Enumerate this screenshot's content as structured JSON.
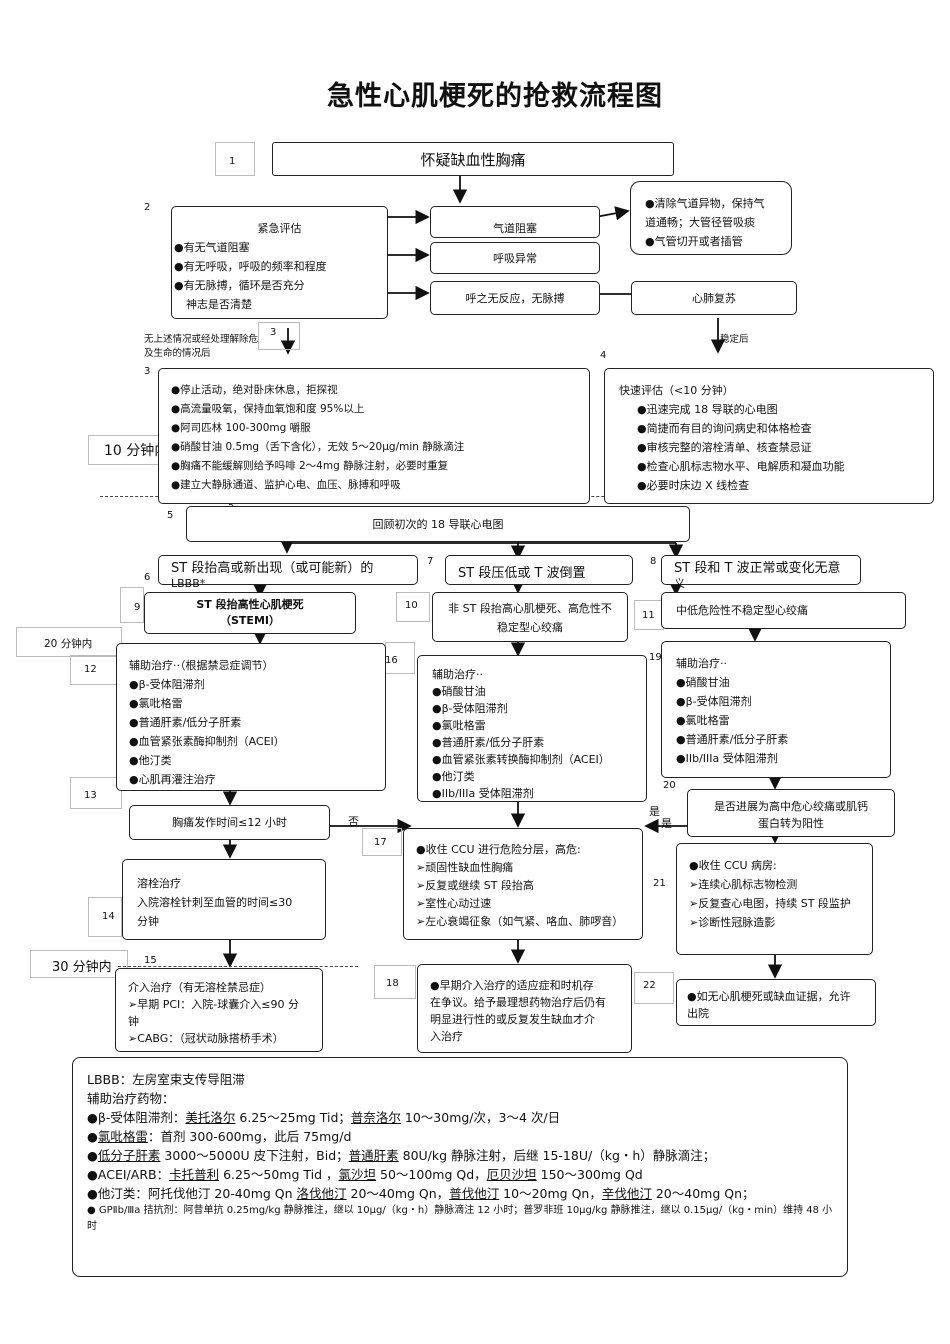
{
  "title": "急性心肌梗死的抢救流程图",
  "nums": {
    "n1": "1",
    "n2": "2",
    "n3": "3",
    "n3b": "3",
    "n4": "4",
    "n5": "5",
    "n5b": "5",
    "n6": "6",
    "n7": "7",
    "n8": "8",
    "n8b": "8",
    "n9": "9",
    "n10": "10",
    "n11": "11",
    "n12": "12",
    "n13": "13",
    "n14": "14",
    "n15": "15",
    "n16": "16",
    "n17": "17",
    "n18": "18",
    "n19": "19",
    "n20": "20",
    "n21": "21",
    "n22": "22"
  },
  "nodes": {
    "suspect": "怀疑缺血性胸痛",
    "emergency_title": "紧急评估",
    "emergency_items": [
      "●有无气道阻塞",
      "●有无呼吸，呼吸的频率和程度",
      "●有无脉搏，循环是否充分",
      "神志是否清楚"
    ],
    "airway": "气道阻塞",
    "airway_tx": [
      "●清除气道异物，保持气",
      "道通畅；大管径管吸痰",
      "●气管切开或者插管"
    ],
    "breathing": "呼吸异常",
    "no_response": "呼之无反应，无脉搏",
    "cpr": "心肺复苏",
    "no_above": [
      "无上述情况或经处理解除危",
      "及生命的情况后"
    ],
    "stable": "稳定后",
    "ten_min": "10 分钟内",
    "general_tx": [
      "●停止活动，绝对卧床休息，拒探视",
      "●高流量吸氧，保持血氧饱和度 95%以上",
      "●阿司匹林 100-300mg 嚼服",
      "●硝酸甘油 0.5mg（舌下含化），无效 5～20μg/min 静脉滴注",
      "●胸痛不能缓解则给予吗啡 2～4mg 静脉注射，必要时重复",
      "●建立大静脉通道、监护心电、血压、脉搏和呼吸"
    ],
    "quick_eval": [
      "快速评估（<10 分钟）",
      "●迅速完成 18 导联的心电图",
      "●简捷而有目的询问病史和体格检查",
      "●审核完整的溶栓清单、核查禁忌证",
      "●检查心肌标志物水平、电解质和凝血功能",
      "●必要时床边 X 线检查"
    ],
    "ecg_review": "回顾初次的 18 导联心电图",
    "st_elev": [
      "ST  段抬高或新出现（或可能新）的",
      "LBBB*"
    ],
    "st_dep": "ST 段压低或 T 波倒置",
    "st_normal": [
      "ST 段和 T 波正常或变化无意",
      "义"
    ],
    "stemi": [
      "ST 段抬高性心肌梗死",
      "（STEMI）"
    ],
    "nstemi": [
      "非 ST 段抬高心肌梗死、高危性不",
      "稳定型心绞痛"
    ],
    "low_risk": "中低危险性不稳定型心绞痛",
    "twenty_min": "20 分钟内",
    "adj_stemi": [
      "辅助治疗··（根据禁忌症调节）",
      "●β-受体阻滞剂",
      "●氯吡格雷",
      "●普通肝素/低分子肝素",
      "●血管紧张素酶抑制剂（ACEI）",
      "●他汀类",
      "●心肌再灌注治疗"
    ],
    "adj_nstemi": [
      "辅助治疗··",
      "●硝酸甘油",
      "●β-受体阻滞剂",
      "●氯吡格雷",
      "●普通肝素/低分子肝素",
      "●血管紧张素转换酶抑制剂（ACEI）",
      "●他汀类",
      "●IIb/IIIa 受体阻滞剂"
    ],
    "adj_low": [
      "辅助治疗··",
      "●硝酸甘油",
      "●β-受体阻滞剂",
      "●氯吡格雷",
      "●普通肝素/低分子肝素",
      "●IIb/IIIa 受体阻滞剂"
    ],
    "pain_time": "胸痛发作时间≤12 小时",
    "no": "否",
    "yes1": "是",
    "yes2": "是",
    "progress": [
      "是否进展为高中危心绞痛或肌钙",
      "蛋白转为阳性"
    ],
    "ccu_high": [
      "●收住 CCU 进行危险分层，高危:",
      "➢顽固性缺血性胸痛",
      "➢反复或继续 ST 段抬高",
      "➢室性心动过速",
      "➢左心衰竭征象（如气紧、咯血、肺啰音）"
    ],
    "ccu_low": [
      "●收住 CCU 病房:",
      "➢连续心肌标志物检测",
      "➢反复查心电图，持续 ST 段监护",
      "➢诊断性冠脉造影"
    ],
    "thrombolysis": [
      "溶栓治疗",
      "入院溶栓针刺至血管的时间≤30",
      "分钟"
    ],
    "thirty_min": "30 分钟内",
    "intervention": [
      "介入治疗（有无溶栓禁忌症）",
      "➢早期 PCI：入院-球囊介入≤90 分",
      "钟",
      "➢CABG：（冠状动脉搭桥手术）"
    ],
    "early_int": [
      "●早期介入治疗的适应症和时机存",
      "在争议。给予最理想药物治疗后仍有",
      "明显进行性的或反复发生缺血才介",
      "入治疗"
    ],
    "no_mi": [
      "●如无心肌梗死或缺血证据，允许",
      "出院"
    ]
  },
  "footnote": {
    "lbbb": "LBBB：左房室束支传导阻滞",
    "drugs_title": "辅助治疗药物：",
    "beta_a": "●β-受体阻滞剂：",
    "beta_u1": "美托洛尔",
    "beta_b": " 6.25～25mg Tid；",
    "beta_u2": "普奈洛尔",
    "beta_c": " 10～30mg/次，3～4 次/日",
    "clop_u": "氯吡格雷",
    "clop_b": "：首剂 300-600mg，此后 75mg/d",
    "lmwh_u": "低分子肝素",
    "lmwh_b": " 3000～5000U 皮下注射，Bid；",
    "uh_u": "普通肝素",
    "uh_b": " 80U/kg 静脉注射，后继 15-18U/（kg・h）静脉滴注；",
    "acei_a": "●ACEI/ARB：",
    "acei_u1": "卡托普利",
    "acei_b": " 6.25～50mg Tid ，",
    "acei_u2": "氯沙坦",
    "acei_c": " 50～100mg Qd，",
    "acei_u3": "厄贝沙坦",
    "acei_d": "  150～300mg Qd",
    "statin_a": "●他汀类：阿托伐他汀 20-40mg Qn ",
    "statin_u1": "洛伐他汀",
    "statin_b": " 20～40mg Qn，",
    "statin_u2": "普伐他汀",
    "statin_c": "  10～20mg Qn，",
    "statin_u3": "辛伐他汀",
    "statin_d": "  20～40mg Qn；",
    "gp": "● GPⅡb/Ⅲa 拮抗剂：阿昔单抗 0.25mg/kg 静脉推注，继以 10μg/（kg・h）静脉滴注 12 小时；普罗非班 10μg/kg 静脉推注，继以 0.15μg/（kg・min）维持 48 小时"
  }
}
